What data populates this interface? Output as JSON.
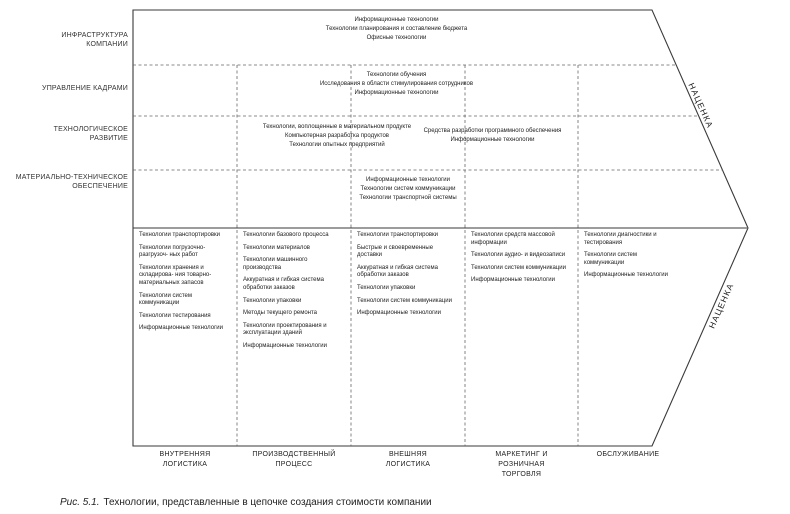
{
  "diagram": {
    "margin_label_top": "НАЦЕНКА",
    "margin_label_bottom": "НАЦЕНКА"
  },
  "support_rows": [
    {
      "label_lines": [
        "ИНФРАСТРУКТУРА",
        "КОМПАНИИ"
      ],
      "content": [
        "Информационные технологии",
        "Технологии планирования и составление бюджета",
        "Офисные технологии"
      ]
    },
    {
      "label_lines": [
        "УПРАВЛЕНИЕ КАДРАМИ"
      ],
      "content": [
        "Технологии обучения",
        "Исследования в области стимулирования сотрудников",
        "Информационные технологии"
      ]
    },
    {
      "label_lines": [
        "ТЕХНОЛОГИЧЕСКОЕ",
        "РАЗВИТИЕ"
      ],
      "content_left": [
        "Технологии, воплощенные в материальном продукте",
        "Компьютерная разработка продуктов",
        "Технологии опытных предприятий"
      ],
      "content_right": [
        "Средства разработки программного обеспечения",
        "Информационные технологии"
      ]
    },
    {
      "label_lines": [
        "МАТЕРИАЛЬНО-ТЕХНИЧЕСКОЕ",
        "ОБЕСПЕЧЕНИЕ"
      ],
      "content": [
        "Информационные технологии",
        "Технологии систем коммуникации",
        "Технологии транспортной системы"
      ]
    }
  ],
  "primary_columns": [
    {
      "label_lines": [
        "ВНУТРЕННЯЯ",
        "ЛОГИСТИКА",
        ""
      ],
      "items": [
        "Технологии транспортировки",
        "Технологии погрузочно-разгрузоч- ных работ",
        "Технологии хранения и складирова- ния товарно-материальных запасов",
        "Технологии систем коммуникации",
        "Технологии тестирования",
        "Информационные технологии"
      ]
    },
    {
      "label_lines": [
        "ПРОИЗВОДСТВЕННЫЙ",
        "ПРОЦЕСС",
        ""
      ],
      "items": [
        "Технологии базового процесса",
        "Технологии материалов",
        "Технологии машинного производства",
        "Аккуратная и гибкая система обработки заказов",
        "Технологии упаковки",
        "Методы текущего ремонта",
        "Технологии проектирования и эксплуатации зданий",
        "Информационные технологии"
      ]
    },
    {
      "label_lines": [
        "ВНЕШНЯЯ",
        "ЛОГИСТИКА",
        ""
      ],
      "items": [
        "Технологии транспортировки",
        "Быстрые и своевременные доставки",
        "Аккуратная и гибкая система обработки заказов",
        "Технологии упаковки",
        "Технологии систем коммуникации",
        "Информационные технологии"
      ]
    },
    {
      "label_lines": [
        "МАРКЕТИНГ И",
        "РОЗНИЧНАЯ",
        "ТОРГОВЛЯ"
      ],
      "items": [
        "Технологии средств массовой информации",
        "Технологии аудио- и видеозаписи",
        "Технологии систем коммуникации",
        "Информационные технологии"
      ]
    },
    {
      "label_lines": [
        "ОБСЛУЖИВАНИЕ",
        "",
        ""
      ],
      "items": [
        "Технологии диагностики и тестирования",
        "Технологии систем коммуникации",
        "Информационные технологии"
      ]
    }
  ],
  "caption": {
    "figure_ref": "Рис. 5.1.",
    "text": "Технологии, представленные в цепочке создания стоимости компании"
  }
}
